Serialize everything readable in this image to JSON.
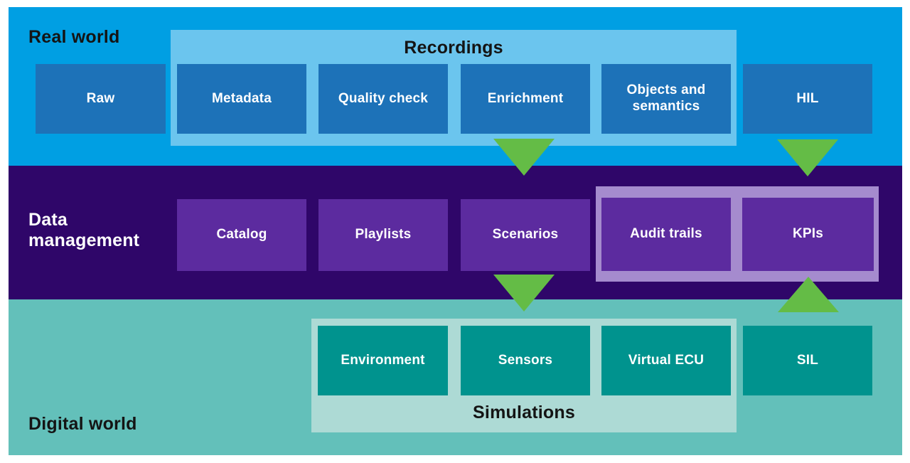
{
  "diagram": {
    "bands": {
      "real_world": {
        "label": "Real world",
        "group": {
          "title": "Recordings"
        },
        "boxes": [
          "Raw",
          "Metadata",
          "Quality check",
          "Enrichment",
          "Objects and semantics",
          "HIL"
        ]
      },
      "data_management": {
        "label": "Data management",
        "boxes": [
          "Catalog",
          "Playlists",
          "Scenarios",
          "Audit trails",
          "KPIs"
        ]
      },
      "digital_world": {
        "label": "Digital world",
        "group": {
          "title": "Simulations"
        },
        "boxes": [
          "Environment",
          "Sensors",
          "Virtual ECU",
          "SIL"
        ]
      }
    },
    "arrows": [
      {
        "name": "enrichment-to-scenarios",
        "direction": "down"
      },
      {
        "name": "hil-to-kpis",
        "direction": "down"
      },
      {
        "name": "scenarios-to-simulations",
        "direction": "down"
      },
      {
        "name": "sil-to-kpis",
        "direction": "up"
      }
    ],
    "colors": {
      "real_world_band": "#009fe3",
      "real_world_box": "#1d72b8",
      "recordings_group": "#6bc5ee",
      "data_management_band": "#2f0669",
      "data_management_box": "#5c2b9f",
      "audit_kpi_group": "#a58bce",
      "digital_world_band": "#63c0ba",
      "digital_world_box": "#00938e",
      "simulations_group": "#addad5",
      "arrow_green": "#64bc46"
    }
  }
}
